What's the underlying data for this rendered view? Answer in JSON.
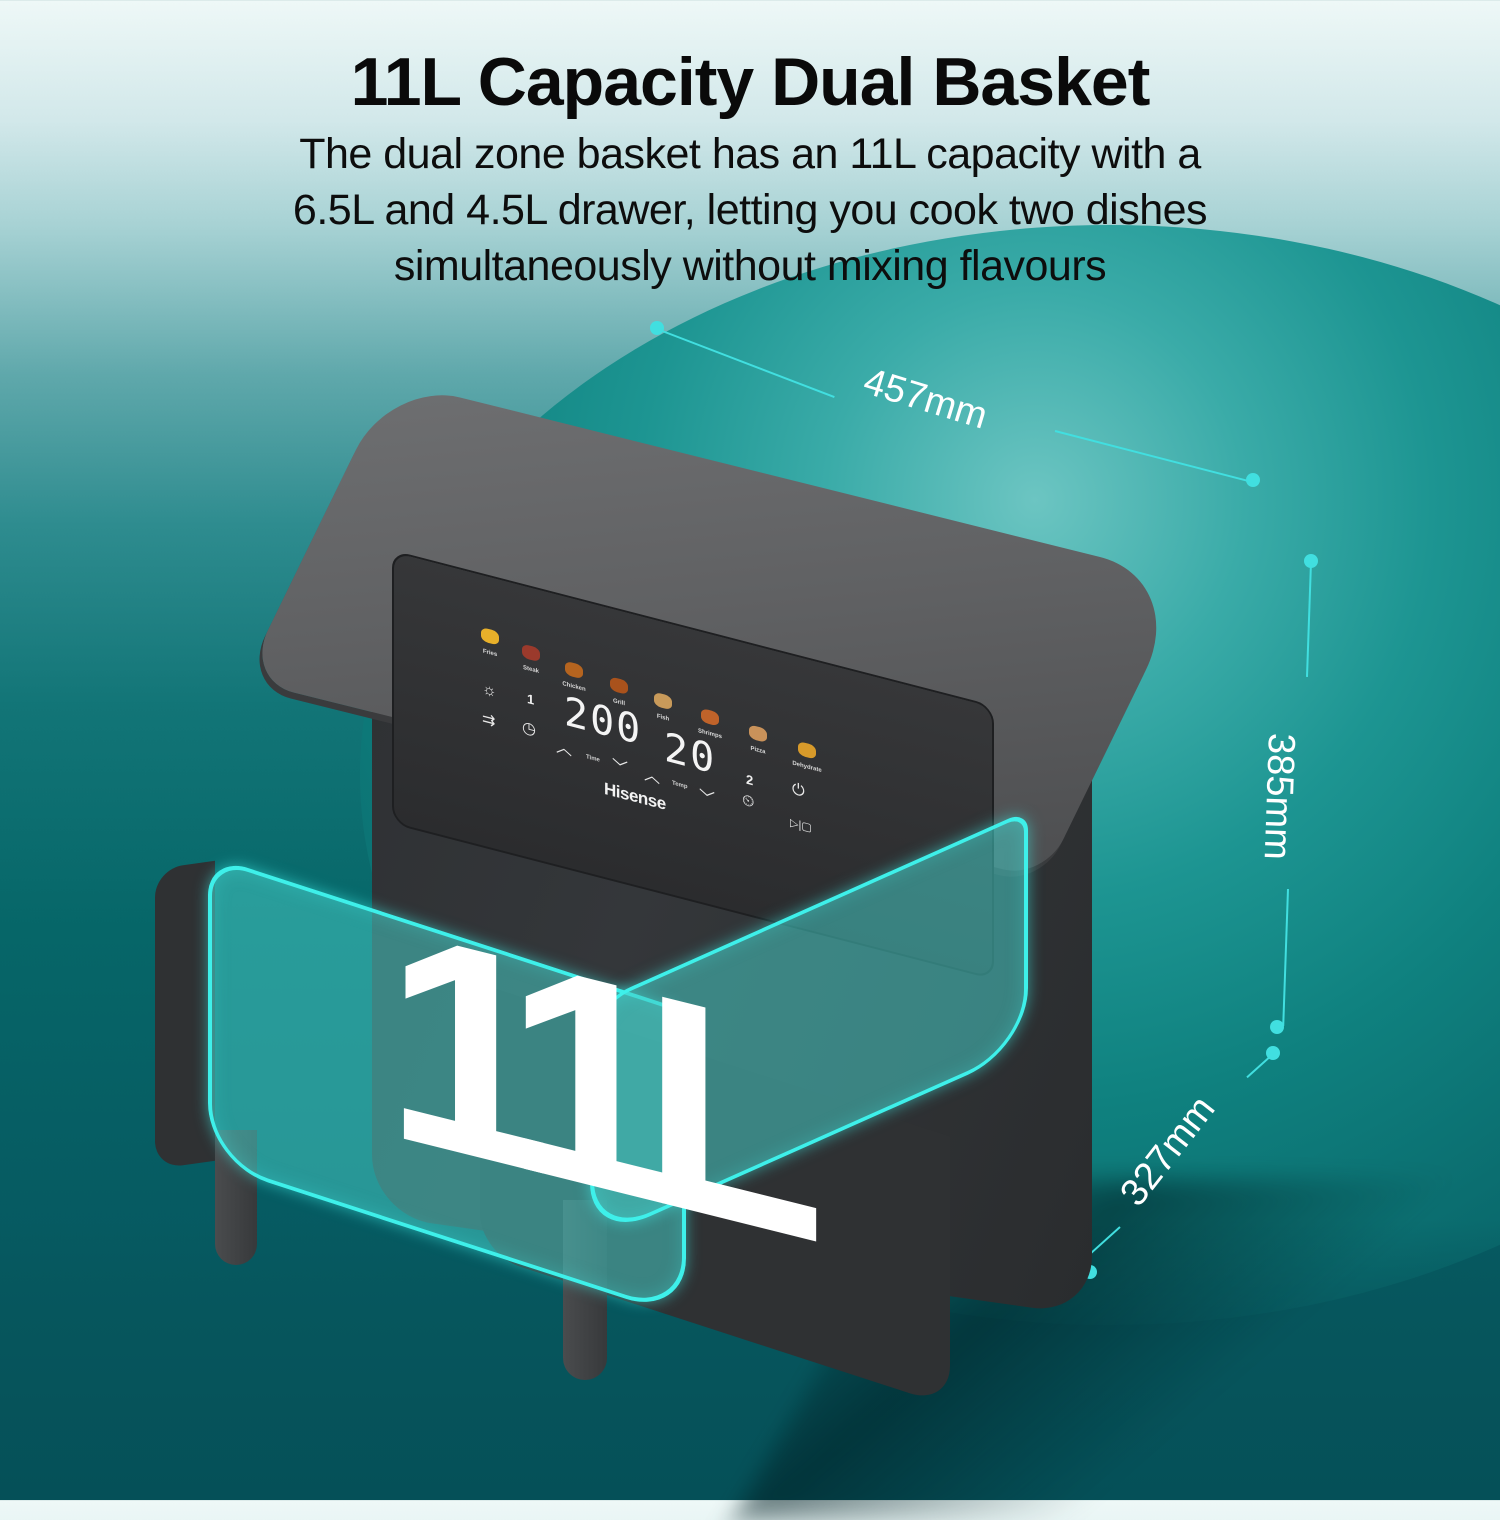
{
  "header": {
    "title": "11L Capacity Dual Basket",
    "description_lines": [
      "The dual zone basket has an 11L capacity with a",
      "6.5L and 4.5L drawer, letting you cook two dishes",
      "simultaneously without mixing flavours"
    ]
  },
  "dimensions": {
    "width": "457mm",
    "height": "385mm",
    "depth": "327mm"
  },
  "capacity_badge": "11L",
  "control_panel": {
    "brand": "Hisense",
    "presets": [
      {
        "label": "Fries",
        "icon": "fries-icon",
        "color": "#e8b02a"
      },
      {
        "label": "Steak",
        "icon": "steak-icon",
        "color": "#9b3a2c"
      },
      {
        "label": "Chicken",
        "icon": "chicken-icon",
        "color": "#b5641f"
      },
      {
        "label": "Grill",
        "icon": "grill-icon",
        "color": "#a9521c"
      },
      {
        "label": "Fish",
        "icon": "fish-icon",
        "color": "#c89a5a"
      },
      {
        "label": "Shrimps",
        "icon": "shrimps-icon",
        "color": "#c0632a"
      },
      {
        "label": "Pizza",
        "icon": "pizza-icon",
        "color": "#c9925a"
      },
      {
        "label": "Dehydrate",
        "icon": "dehydrate-icon",
        "color": "#d79a2a"
      }
    ],
    "temperature_display": "200",
    "time_display": "20",
    "zone_1_label": "1",
    "zone_2_label": "2",
    "time_label": "Time",
    "temp_label": "Temp",
    "glyphs": {
      "light": "☼",
      "sync": "⇉",
      "timer_1": "◷",
      "timer_2": "⏲",
      "power": "⏻",
      "start_pause": "▷|▢",
      "up": "︿",
      "down": "﹀"
    }
  },
  "colors": {
    "accent_cyan": "#41dfe0",
    "basket_glow": "#3ef0ea",
    "background_dark": "#06555c",
    "background_light": "#eef8f7",
    "fryer_body": "#2e3033",
    "fryer_lid": "#606163"
  }
}
